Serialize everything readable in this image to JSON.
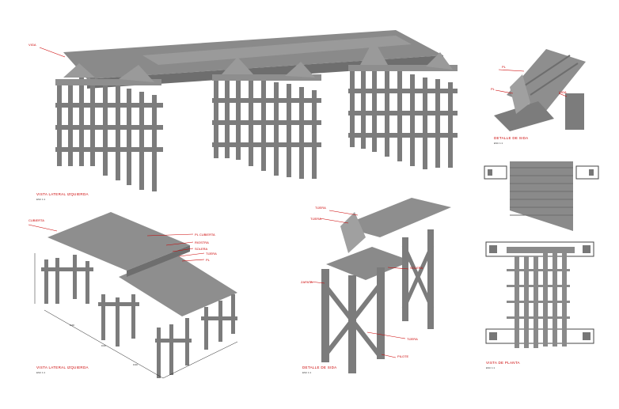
{
  "colors": {
    "steel": "#8a8a8a",
    "steel_dark": "#6e6e6e",
    "steel_light": "#a8a8a8",
    "annotation": "#cc0000",
    "text": "#222222",
    "background": "#ffffff"
  },
  "views": {
    "top_left": {
      "title": "VISTA LATERAL IZQUIERDA",
      "scale": "ESC 1:1"
    },
    "bottom_left": {
      "title": "VISTA LATERAL IZQUIERDA",
      "scale": "ESC 1:1"
    },
    "bottom_center": {
      "title": "DETALLE DE SIDA",
      "scale": "ESC 1:1"
    },
    "top_right": {
      "title": "DETALLE DE SIDA",
      "scale": "ESC 1:1"
    },
    "bottom_right": {
      "title": "VISTA DE PLANTA",
      "scale": "ESC 1:1"
    }
  }
}
